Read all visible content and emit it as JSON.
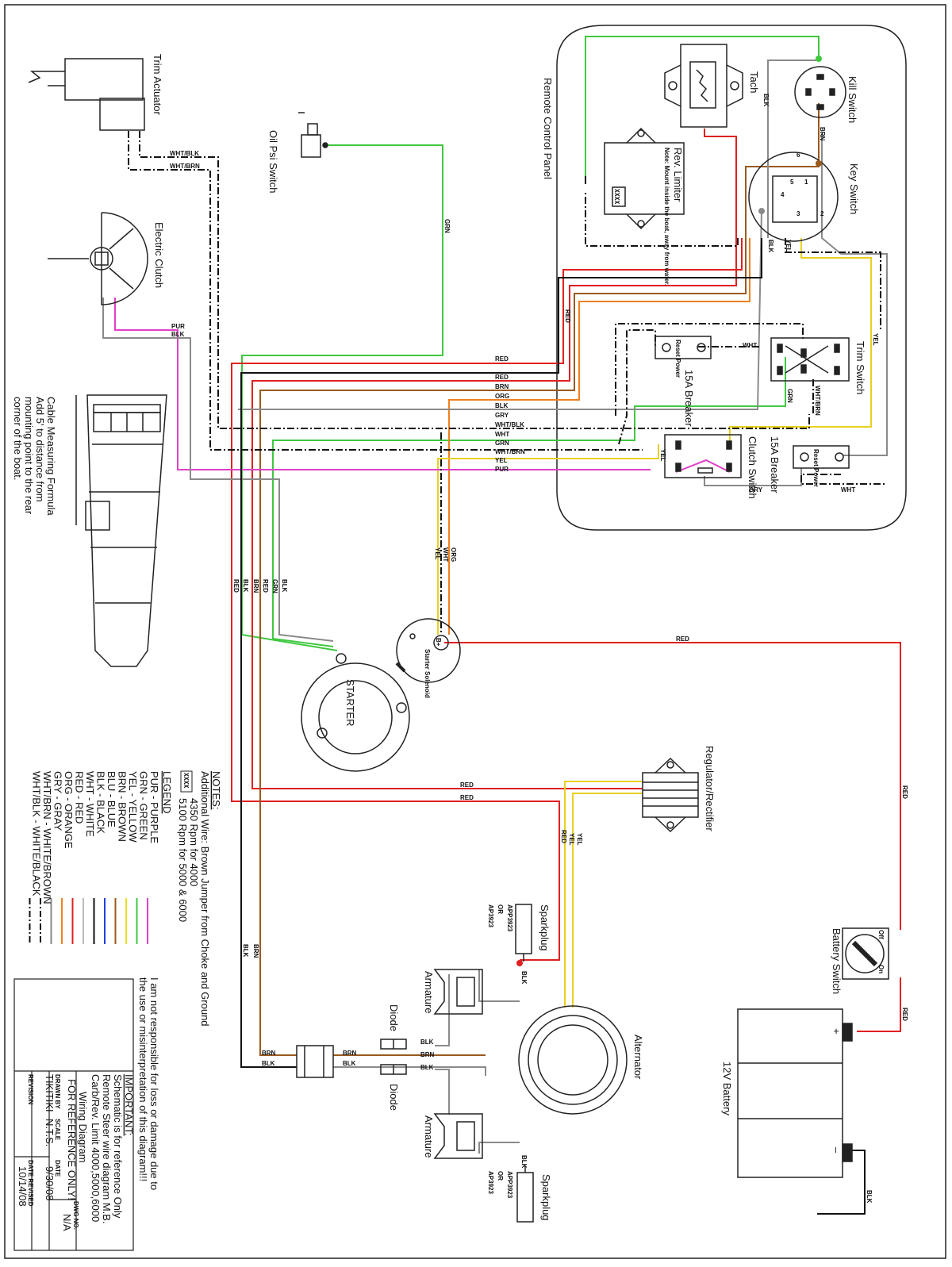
{
  "components": {
    "trim_actuator": "Trim Actuator",
    "oil_psi_switch": "Oil Psi Switch",
    "electric_clutch": "Electric Clutch",
    "remote_control_panel": "Remote Control Panel",
    "tach": "Tach",
    "kill_switch": "Kill Switch",
    "key_switch": "Key Switch",
    "rev_limiter": "Rev. Limiter",
    "rev_limiter_note": "Note: Mount inside the boat, away from water.",
    "rev_limiter_code": "XXXX",
    "breaker_top": "15A Breaker",
    "trim_switch": "Trim Switch",
    "clutch_switch": "Clutch Switch",
    "breaker_bottom": "15A Breaker",
    "breaker_face": "Reset Power",
    "starter": "STARTER",
    "starter_solenoid": "Starter Solenoid",
    "solenoid_terminal": "B+",
    "regulator_rectifier": "Regulator/Rectifier",
    "battery_switch": "Battery Switch",
    "battery": "12V Battery",
    "plus": "+",
    "minus": "–",
    "sparkplug_top": "Sparkplug",
    "sparkplug_bottom": "Sparkplug",
    "sparkplug_part": [
      "APP3923",
      "OR",
      "AP3923"
    ],
    "armature_top": "Armature",
    "armature_bottom": "Armature",
    "diode_top": "Diode",
    "diode_bottom": "Diode",
    "alternator": "Alternator",
    "key_pins": [
      "6",
      "1",
      "5",
      "4",
      "3",
      "2"
    ],
    "bs_off": "Off",
    "bs_on": "On"
  },
  "cable_formula": [
    "Cable Measuring Formula",
    "Add 5' to distance from",
    "mounting point to the rear",
    "corner of the boat."
  ],
  "notes": {
    "title": "NOTES:",
    "line1": "Additional Wire: Brown Jumper from Choke and Ground",
    "code": "XXXX",
    "line2": "4350 Rpm for 4000",
    "line3": "5100 Rpm for 5000 & 6000"
  },
  "legend": {
    "title": "LEGEND",
    "items": [
      {
        "text": "PUR - PURPLE",
        "color": "#e040c8"
      },
      {
        "text": "GRN - GREEN",
        "color": "#40c840"
      },
      {
        "text": "YEL - YELLOW",
        "color": "#e8e020"
      },
      {
        "text": "BRN - BROWN",
        "color": "#9a5a1e"
      },
      {
        "text": "BLU - BLUE",
        "color": "#2040e0"
      },
      {
        "text": "BLK - BLACK",
        "color": "#111111"
      },
      {
        "text": "WHT - WHITE",
        "color": "#bbbbbb"
      },
      {
        "text": "RED - RED",
        "color": "#e02020"
      },
      {
        "text": "ORG - ORANGE",
        "color": "#f08020"
      },
      {
        "text": "GRY - GRAY",
        "color": "#888888"
      },
      {
        "text": "WHT/BRN - WHITE/BROWN",
        "color": "#111111"
      },
      {
        "text": "WHT/BLK - WHITE/BLACK",
        "color": "#111111"
      }
    ]
  },
  "disclaimer": [
    "I am not responsible for loss or damage due to",
    "the use or misinterpretation of this diagram!!!"
  ],
  "title_block": {
    "important": "IMPORTANT:",
    "lines": [
      "Schematic is for reference Only",
      "Remote Steer wire diagram M.B.",
      "Carb/Rev. Limit 4000,5000,6000"
    ],
    "title1": "Wiring Diagram",
    "title2": "FOR REFERENCE ONLY!",
    "drawn_by_label": "DRAWN BY",
    "drawn_by": "TIKITIKI",
    "scale_label": "SCALE",
    "scale": "N.T.S.",
    "date_label": "DATE",
    "date": "9/30/08",
    "rev_label": "REVISION",
    "rev_date_label": "DATE REVISED",
    "rev_date": "10/14/08",
    "dwg_label": "DWG NO.",
    "dwg": "N/A"
  },
  "wire_labels": {
    "grn": "GRN",
    "red": "RED",
    "brn": "BRN",
    "org": "ORG",
    "blk": "BLK",
    "gry": "GRY",
    "wht": "WHT",
    "yel": "YEL",
    "pur": "PUR",
    "whtblk": "WHT/BLK",
    "whtbrn": "WHT/BRN"
  },
  "colors": {
    "red": "#e02020",
    "green": "#40c840",
    "brown": "#9a5a1e",
    "orange": "#f08020",
    "yellow": "#e8d020",
    "purple": "#e040c8",
    "gray": "#8a8a8a",
    "black": "#111111"
  }
}
